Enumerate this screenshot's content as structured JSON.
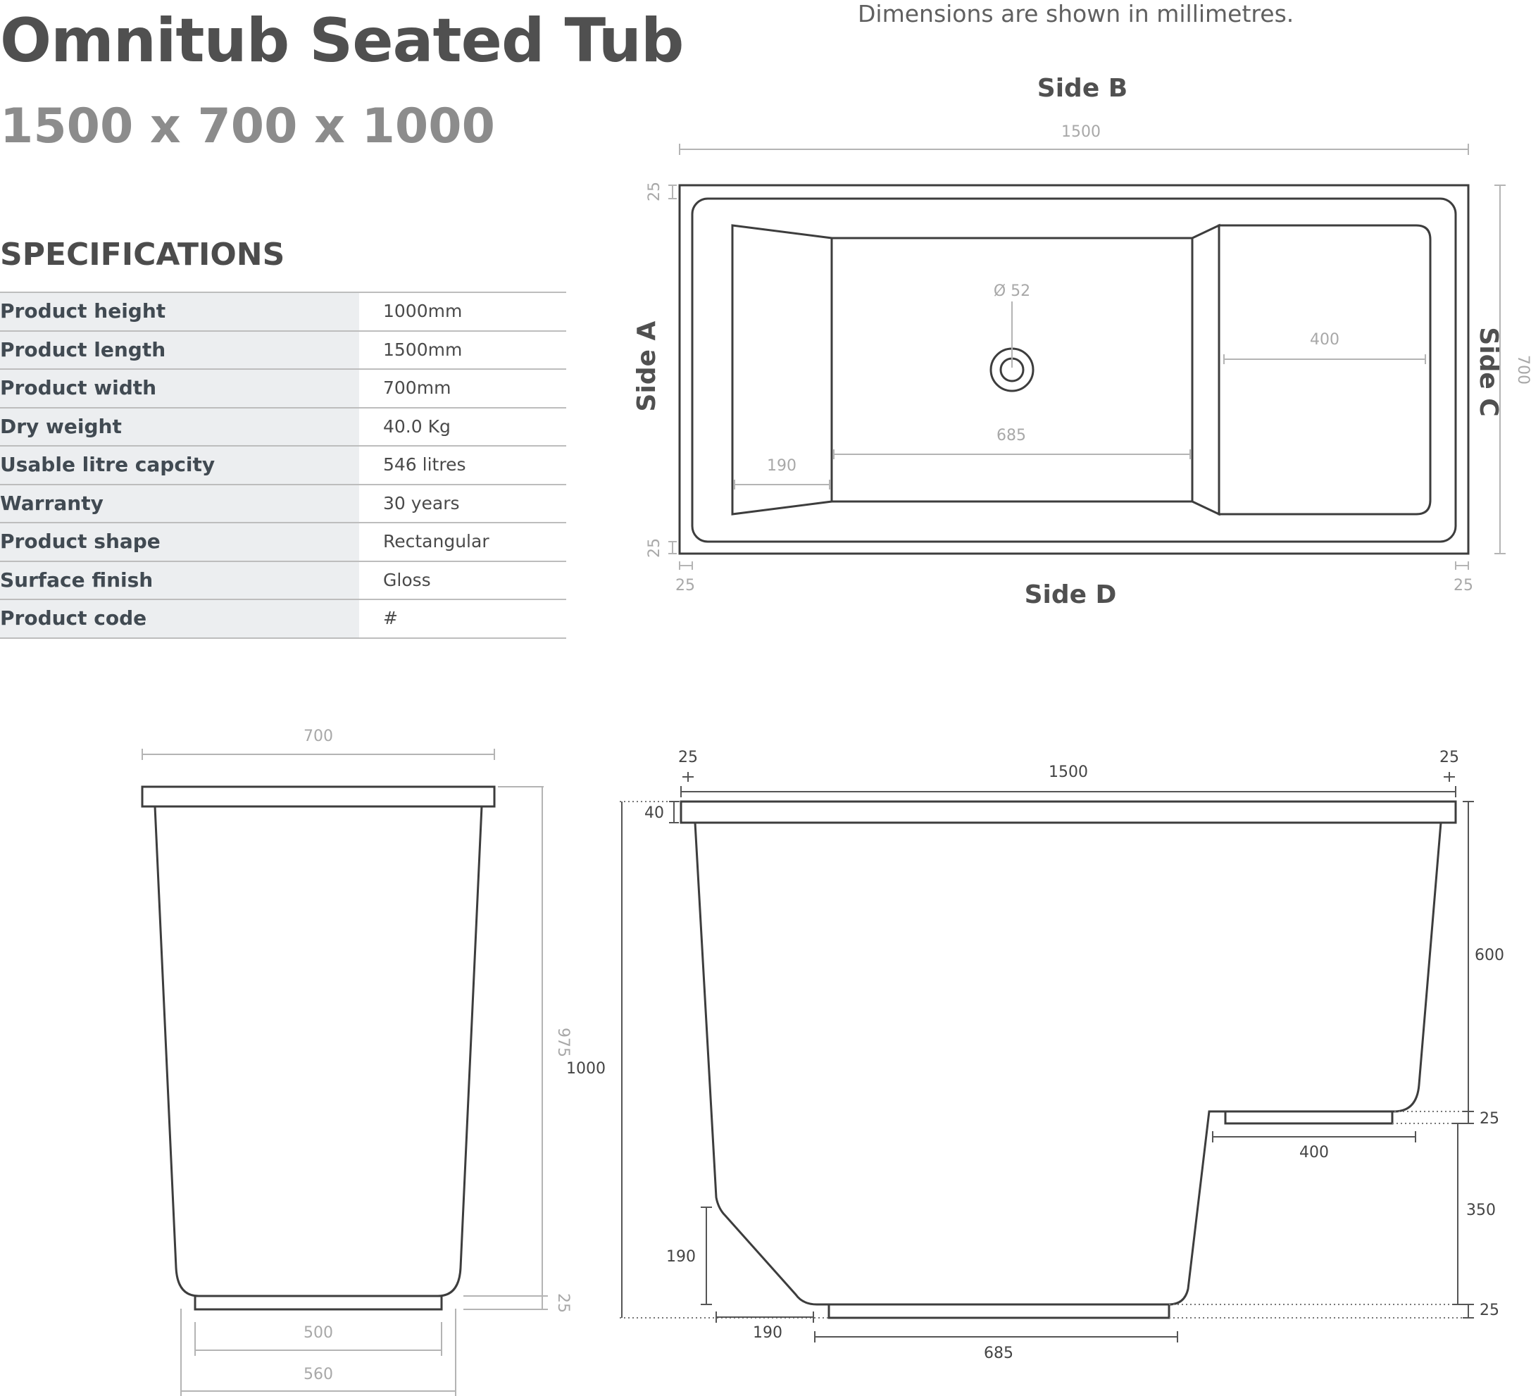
{
  "title": "Omnitub Seated Tub",
  "subtitle": "1500 x 700 x 1000",
  "note": "Dimensions are shown in millimetres.",
  "specifications": {
    "heading": "SPECIFICATIONS",
    "rows": [
      {
        "label": "Product height",
        "value": "1000mm"
      },
      {
        "label": "Product length",
        "value": "1500mm"
      },
      {
        "label": "Product width",
        "value": "700mm"
      },
      {
        "label": "Dry weight",
        "value": "40.0 Kg"
      },
      {
        "label": "Usable litre capcity",
        "value": "546 litres"
      },
      {
        "label": "Warranty",
        "value": "30 years"
      },
      {
        "label": "Product shape",
        "value": "Rectangular"
      },
      {
        "label": "Surface finish",
        "value": "Gloss"
      },
      {
        "label": "Product code",
        "value": "#"
      }
    ]
  },
  "plan_view": {
    "side_b": "Side B",
    "side_a": "Side A",
    "side_c": "Side C",
    "side_d": "Side D",
    "length": "1500",
    "width": "700",
    "rim_top": "25",
    "rim_bottom": "25",
    "rim_left": "25",
    "rim_right": "25",
    "drain": "Ø 52",
    "seat": "400",
    "floor": "685",
    "footwell": "190"
  },
  "end_view": {
    "width": "700",
    "height_inner": "975",
    "base_thickness": "25",
    "base_width": "500",
    "base_outer": "560"
  },
  "side_view": {
    "rim_left": "25",
    "rim_right": "25",
    "length": "1500",
    "rim_height": "40",
    "total_height": "1000",
    "upper": "600",
    "seat_thickness": "25",
    "seat_depth": "400",
    "seat_height": "350",
    "base_thickness": "25",
    "slope_height": "190",
    "slope_length": "190",
    "floor_length": "685"
  }
}
